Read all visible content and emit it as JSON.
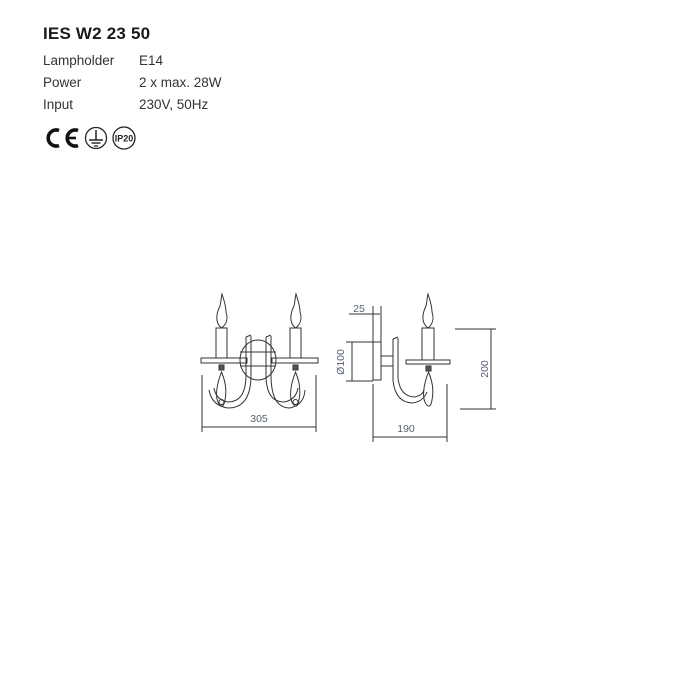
{
  "product": {
    "title": "IES W2 23 50",
    "specs": [
      {
        "label": "Lampholder",
        "value": "E14"
      },
      {
        "label": "Power",
        "value": "2 x max. 28W"
      },
      {
        "label": "Input",
        "value": "230V, 50Hz"
      }
    ],
    "certifications": [
      {
        "name": "ce-mark",
        "text": "CE"
      },
      {
        "name": "earth-ground",
        "text": ""
      },
      {
        "name": "ip-rating",
        "text": "IP20"
      }
    ]
  },
  "drawing": {
    "front_view": {
      "width_label": "305"
    },
    "side_view": {
      "depth_label": "190",
      "height_label": "200",
      "mount_diameter_label": "Ø100",
      "mount_depth_label": "25"
    }
  }
}
